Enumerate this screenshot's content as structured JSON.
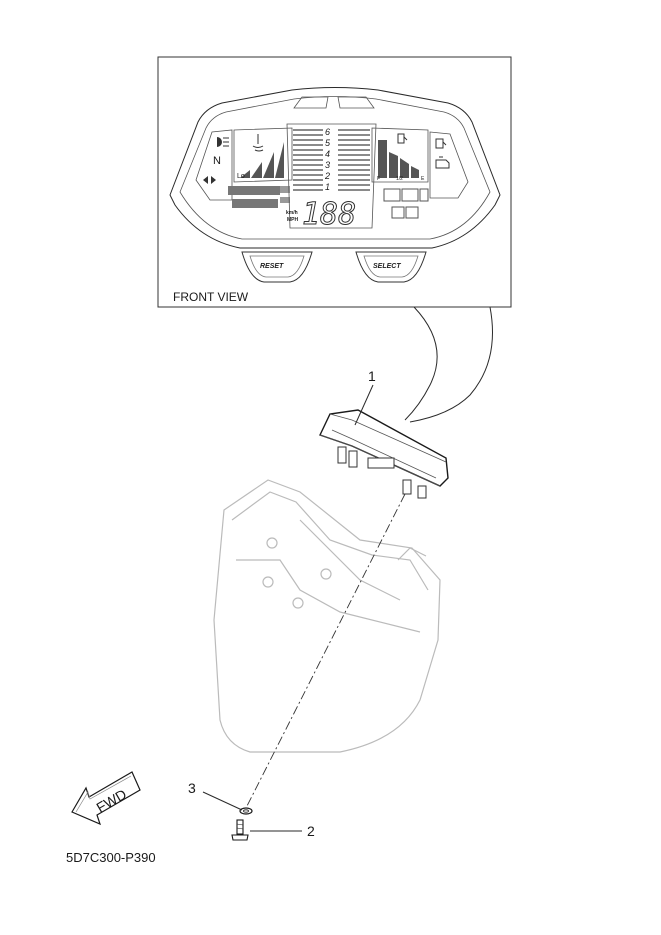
{
  "inset": {
    "caption": "FRONT VIEW",
    "buttons": {
      "reset": "RESET",
      "select": "SELECT"
    },
    "display": {
      "gear_digits": [
        "6",
        "5",
        "4",
        "3",
        "2",
        "1"
      ],
      "speed": "188",
      "speed_unit_top": "km/h",
      "speed_unit_bottom": "MPH",
      "neutral": "N",
      "low_mark": "Lo",
      "fuel_marks": [
        "F",
        "1/2",
        "E"
      ]
    }
  },
  "callouts": [
    {
      "number": "1"
    },
    {
      "number": "2"
    },
    {
      "number": "3"
    }
  ],
  "arrow_text": "FWD",
  "part_code": "5D7C300-P390"
}
